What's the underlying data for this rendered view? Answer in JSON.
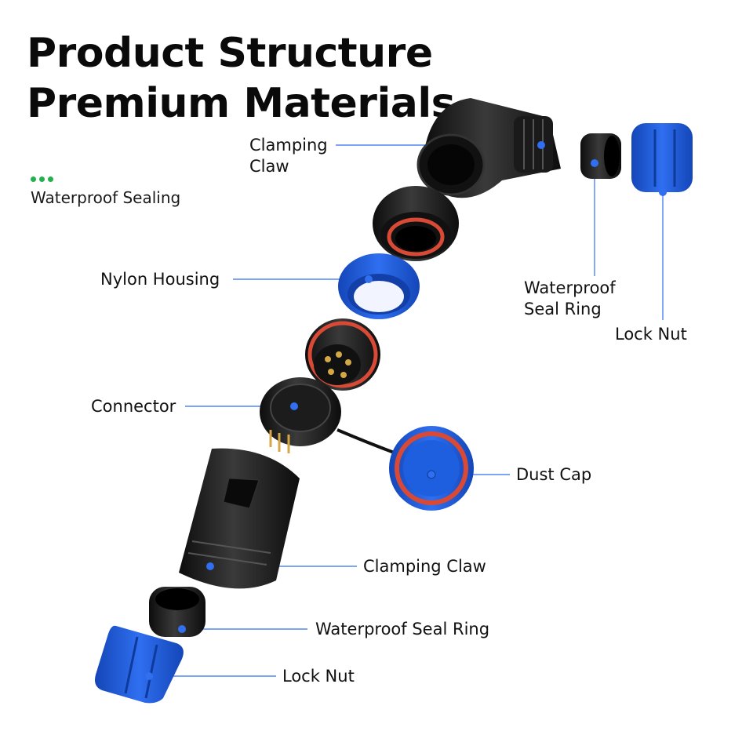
{
  "header": {
    "title_line1": "Product Structure",
    "title_line2": "Premium Materials",
    "subtitle": "Waterproof Sealing"
  },
  "accent_color": "#22b14c",
  "part_color_blue": "#1e5fe0",
  "part_color_black": "#1b1b1b",
  "seal_color": "#d84a35",
  "callouts": {
    "clamping_claw_top": "Clamping\nClaw",
    "waterproof_seal_ring_top": "Waterproof\nSeal Ring",
    "lock_nut_top": "Lock Nut",
    "nylon_housing": "Nylon Housing",
    "connector": "Connector",
    "dust_cap": "Dust Cap",
    "clamping_claw_bottom": "Clamping Claw",
    "waterproof_seal_ring_bottom": "Waterproof Seal Ring",
    "lock_nut_bottom": "Lock Nut"
  }
}
